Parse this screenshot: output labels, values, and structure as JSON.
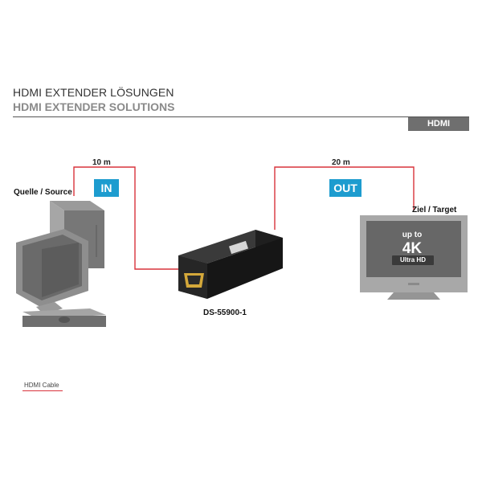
{
  "header": {
    "title_de": "HDMI EXTENDER LÖSUNGEN",
    "title_en": "HDMI EXTENDER SOLUTIONS",
    "category_tab": "HDMI"
  },
  "diagram": {
    "source": {
      "label": "Quelle / Source",
      "cable_length": "10 m",
      "direction_badge": "IN"
    },
    "target": {
      "label": "Ziel / Target",
      "cable_length": "20 m",
      "direction_badge": "OUT",
      "screen_text": {
        "line1": "up to",
        "line2": "4K",
        "line3": "Ultra HD"
      }
    },
    "device": {
      "model": "DS-55900-1"
    }
  },
  "legend": {
    "label": "HDMI Cable",
    "color": "#d9333b"
  },
  "colors": {
    "badge": "#1d9ccf",
    "cable": "#d9333b",
    "tab": "#6f6f6f"
  }
}
